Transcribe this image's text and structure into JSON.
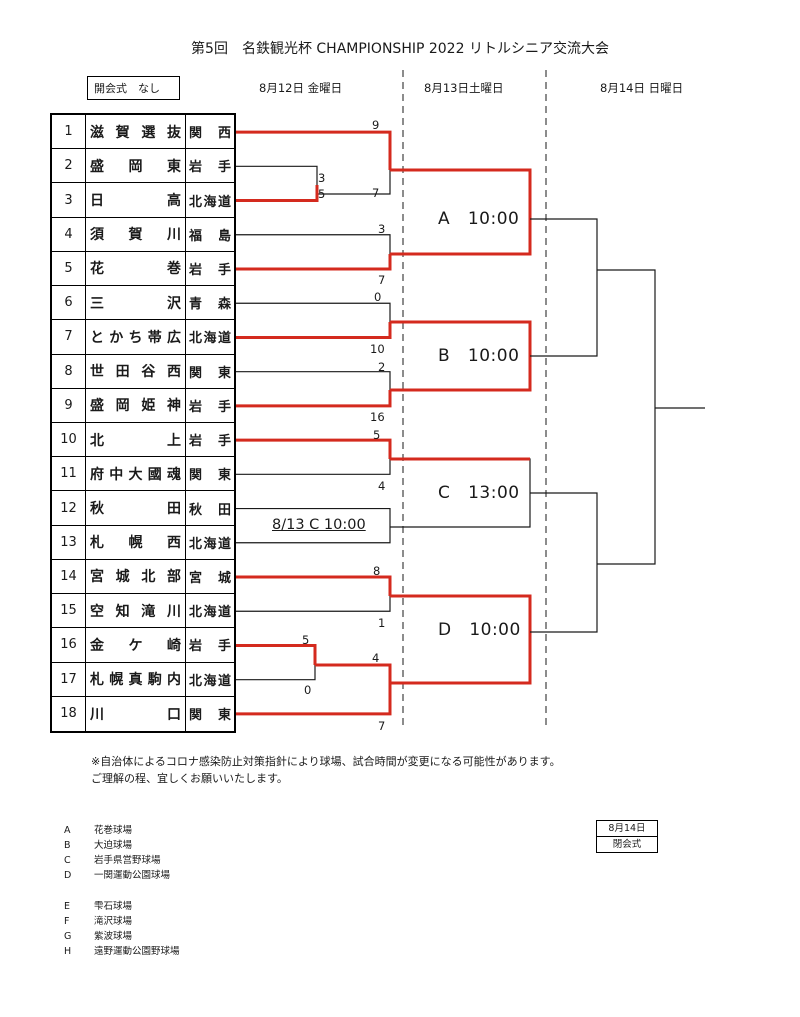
{
  "title": "第5回　名鉄観光杯 CHAMPIONSHIP 2022 リトルシニア交流大会",
  "opening": "開会式　なし",
  "days": [
    {
      "label": "8月12日 金曜日"
    },
    {
      "label": "8月13日土曜日"
    },
    {
      "label": "8月14日 日曜日"
    }
  ],
  "teams": [
    {
      "num": "1",
      "name": [
        "滋",
        "賀",
        "選",
        "抜"
      ],
      "region": [
        "関",
        "西"
      ]
    },
    {
      "num": "2",
      "name": [
        "盛",
        "岡",
        "東"
      ],
      "region": [
        "岩",
        "手"
      ]
    },
    {
      "num": "3",
      "name": [
        "日",
        "高"
      ],
      "region": [
        "北",
        "海",
        "道"
      ]
    },
    {
      "num": "4",
      "name": [
        "須",
        "賀",
        "川"
      ],
      "region": [
        "福",
        "島"
      ]
    },
    {
      "num": "5",
      "name": [
        "花",
        "巻"
      ],
      "region": [
        "岩",
        "手"
      ]
    },
    {
      "num": "6",
      "name": [
        "三",
        "沢"
      ],
      "region": [
        "青",
        "森"
      ]
    },
    {
      "num": "7",
      "name": [
        "と",
        "か",
        "ち",
        "帯",
        "広"
      ],
      "region": [
        "北",
        "海",
        "道"
      ]
    },
    {
      "num": "8",
      "name": [
        "世",
        "田",
        "谷",
        "西"
      ],
      "region": [
        "関",
        "東"
      ]
    },
    {
      "num": "9",
      "name": [
        "盛",
        "岡",
        "姫",
        "神"
      ],
      "region": [
        "岩",
        "手"
      ]
    },
    {
      "num": "10",
      "name": [
        "北",
        "上"
      ],
      "region": [
        "岩",
        "手"
      ]
    },
    {
      "num": "11",
      "name": [
        "府",
        "中",
        "大",
        "國",
        "魂"
      ],
      "region": [
        "関",
        "東"
      ]
    },
    {
      "num": "12",
      "name": [
        "秋",
        "田"
      ],
      "region": [
        "秋",
        "田"
      ]
    },
    {
      "num": "13",
      "name": [
        "札",
        "幌",
        "西"
      ],
      "region": [
        "北",
        "海",
        "道"
      ]
    },
    {
      "num": "14",
      "name": [
        "宮",
        "城",
        "北",
        "部"
      ],
      "region": [
        "宮",
        "城"
      ]
    },
    {
      "num": "15",
      "name": [
        "空",
        "知",
        "滝",
        "川"
      ],
      "region": [
        "北",
        "海",
        "道"
      ]
    },
    {
      "num": "16",
      "name": [
        "金",
        "ケ",
        "崎"
      ],
      "region": [
        "岩",
        "手"
      ]
    },
    {
      "num": "17",
      "name": [
        "札",
        "幌",
        "真",
        "駒",
        "内"
      ],
      "region": [
        "北",
        "海",
        "道"
      ]
    },
    {
      "num": "18",
      "name": [
        "川",
        "口"
      ],
      "region": [
        "関",
        "東"
      ]
    }
  ],
  "scores": {
    "m1_top": "9",
    "m1_bot": "7",
    "m2_top": "3",
    "m2_bot": "5",
    "m3_top": "3",
    "m3_bot": "7",
    "m4_top": "0",
    "m4_bot": "10",
    "m5_top": "2",
    "m5_bot": "16",
    "m6_top": "5",
    "m6_bot": "4",
    "m7_top": "8",
    "m7_bot": "1",
    "m8_top": "5",
    "m8_bot": "0",
    "m9_top": "4",
    "m9_bot": "7"
  },
  "postponed": "8/13 C 10:00",
  "games": [
    {
      "id": "A",
      "time": "10:00"
    },
    {
      "id": "B",
      "time": "10:00"
    },
    {
      "id": "C",
      "time": "13:00"
    },
    {
      "id": "D",
      "time": "10:00"
    }
  ],
  "note_lines": [
    "※自治体によるコロナ感染防止対策指針により球場、試合時間が変更になる可能性があります。",
    "ご理解の程、宜しくお願いいたします。"
  ],
  "venues": [
    {
      "letter": "A",
      "name": "花巻球場"
    },
    {
      "letter": "B",
      "name": "大迫球場"
    },
    {
      "letter": "C",
      "name": "岩手県営野球場"
    },
    {
      "letter": "D",
      "name": "一関運動公園球場"
    },
    {
      "letter": "E",
      "name": "雫石球場"
    },
    {
      "letter": "F",
      "name": "滝沢球場"
    },
    {
      "letter": "G",
      "name": "紫波球場"
    },
    {
      "letter": "H",
      "name": "遠野運動公園野球場"
    }
  ],
  "final_box": {
    "date": "8月14日",
    "label": "閉会式"
  },
  "colors": {
    "winner_line": "#d42a1e",
    "line": "#1a1a1a"
  }
}
